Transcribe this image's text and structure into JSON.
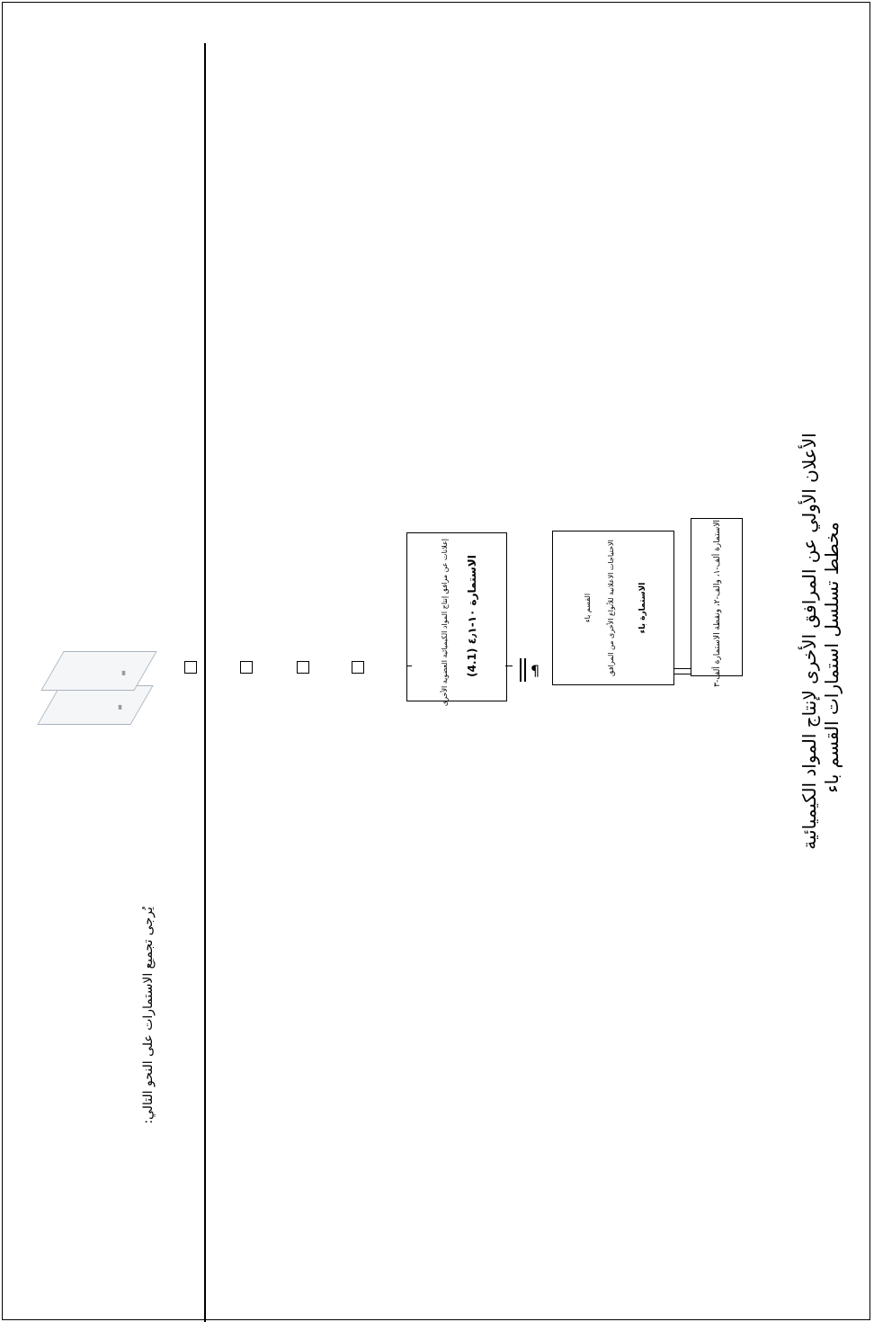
{
  "title_line1": "مخطط تسلسل استمارات القسم باء",
  "title_line2": "الأعلان الأولي عن المرافق الأخرى لإنتاج المواد الكيميائية",
  "box_top": {
    "text": "الاستمارة ألف-١، والف-٢، ونقطة الاستمارة ألف-٣"
  },
  "box_middle": {
    "heading": "الاستمارة باء",
    "line1": "الاحتياجات الاعلانية للأنواع الأخرى من المرافق",
    "line2": "القسم باء"
  },
  "box_bottom": {
    "heading": "الاستمارة ١٠-٤٫١ (4.1)",
    "line1": "إعلانات عن مرافق إنتاج المواد الكيميائية العضوية الأخرى"
  },
  "bottom_note": "يُرجى تجميع الاستمارات على النحو التالي:",
  "icons": {
    "stack": "document-stack-icon",
    "placeholder": "empty-box-icon"
  }
}
